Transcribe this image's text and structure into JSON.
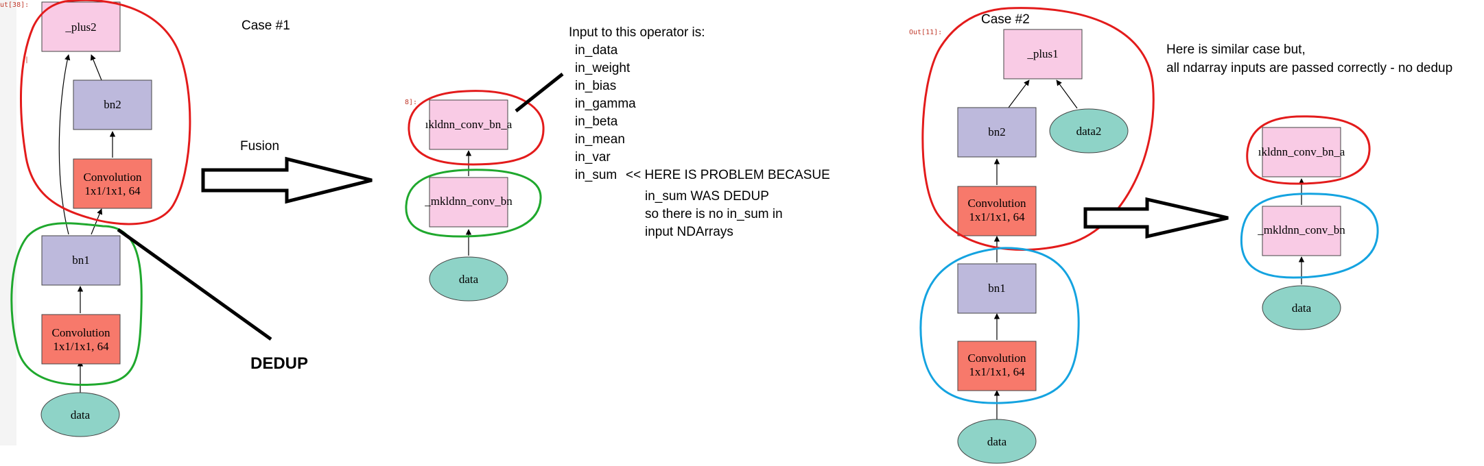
{
  "prompts": {
    "case1_out": "ut[38]:",
    "case1_marker": "|",
    "fused_out": "8]:",
    "case2_out": "Out[11]:"
  },
  "case1": {
    "title": "Case #1",
    "nodes": {
      "plus2": "_plus2",
      "bn2": "bn2",
      "conv_top_line1": "Convolution",
      "conv_top_line2": "1x1/1x1, 64",
      "bn1": "bn1",
      "conv_bottom_line1": "Convolution",
      "conv_bottom_line2": "1x1/1x1, 64",
      "data": "data"
    },
    "fusion_label": "Fusion",
    "dedup_label": "DEDUP"
  },
  "fused1": {
    "node_top": "ıkldnn_conv_bn_a",
    "node_bottom": "_mkldnn_conv_bn",
    "data": "data"
  },
  "notes": {
    "header": "Input to this operator is:",
    "inputs": [
      "in_data",
      "in_weight",
      "in_bias",
      "in_gamma",
      "in_beta",
      "in_mean",
      "in_var",
      "in_sum"
    ],
    "problem": "<< HERE IS PROBLEM BECASUE",
    "explain": [
      "in_sum WAS DEDUP",
      "so there is no in_sum in",
      "input NDArrays"
    ]
  },
  "case2": {
    "title": "Case #2",
    "note_line1": "Here is similar case but,",
    "note_line2": "all ndarray inputs are passed correctly - no dedup",
    "nodes": {
      "plus1": "_plus1",
      "bn2": "bn2",
      "data2": "data2",
      "conv_top_line1": "Convolution",
      "conv_top_line2": "1x1/1x1, 64",
      "bn1": "bn1",
      "conv_bottom_line1": "Convolution",
      "conv_bottom_line2": "1x1/1x1, 64",
      "data": "data"
    }
  },
  "fused2": {
    "node_top": "ıkldnn_conv_bn_a",
    "node_bottom": "_mkldnn_conv_bn",
    "data": "data"
  },
  "colors": {
    "plus_fill": "#f9cbe5",
    "bn_fill": "#bdb9dc",
    "conv_fill": "#f7796b",
    "data_fill": "#8ed3c7",
    "red_circle": "#e31b1b",
    "green_circle": "#1fa82d",
    "blue_circle": "#14a3e0"
  }
}
